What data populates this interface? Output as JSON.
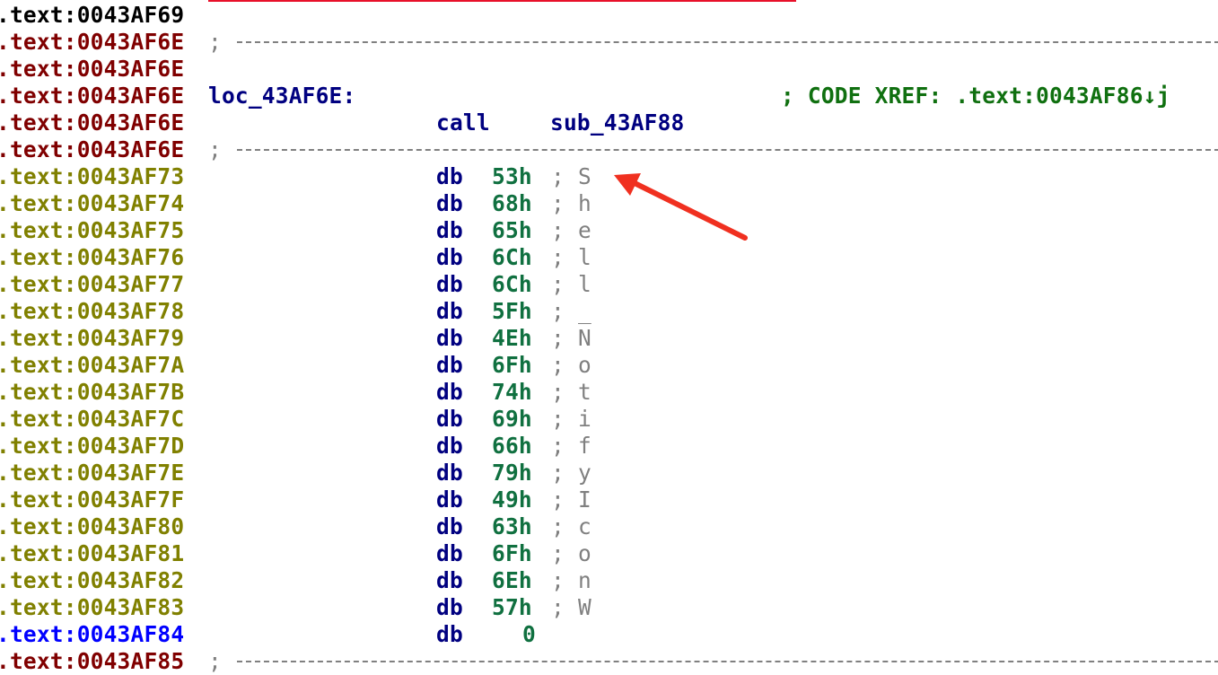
{
  "window": {
    "app": "IDA disassembly listing"
  },
  "listing": {
    "rows": [
      {
        "addr": ".text:0043AF69",
        "addr_color": "black",
        "kind": "blank"
      },
      {
        "addr": ".text:0043AF6E",
        "addr_color": "dred",
        "kind": "separator",
        "text": ";"
      },
      {
        "addr": ".text:0043AF6E",
        "addr_color": "dred",
        "kind": "blank"
      },
      {
        "addr": ".text:0043AF6E",
        "addr_color": "dred",
        "kind": "label",
        "label": "loc_43AF6E:",
        "xref": "; CODE XREF: .text:0043AF86↓j"
      },
      {
        "addr": ".text:0043AF6E",
        "addr_color": "dred",
        "kind": "instr",
        "mnemonic": "call",
        "operand": "sub_43AF88"
      },
      {
        "addr": ".text:0043AF6E",
        "addr_color": "dred",
        "kind": "separator",
        "text": ";"
      },
      {
        "addr": ".text:0043AF73",
        "addr_color": "olive",
        "kind": "db",
        "mnemonic": "db",
        "value": "53h",
        "comment": "S"
      },
      {
        "addr": ".text:0043AF74",
        "addr_color": "olive",
        "kind": "db",
        "mnemonic": "db",
        "value": "68h",
        "comment": "h"
      },
      {
        "addr": ".text:0043AF75",
        "addr_color": "olive",
        "kind": "db",
        "mnemonic": "db",
        "value": "65h",
        "comment": "e"
      },
      {
        "addr": ".text:0043AF76",
        "addr_color": "olive",
        "kind": "db",
        "mnemonic": "db",
        "value": "6Ch",
        "comment": "l"
      },
      {
        "addr": ".text:0043AF77",
        "addr_color": "olive",
        "kind": "db",
        "mnemonic": "db",
        "value": "6Ch",
        "comment": "l"
      },
      {
        "addr": ".text:0043AF78",
        "addr_color": "olive",
        "kind": "db",
        "mnemonic": "db",
        "value": "5Fh",
        "comment": "_"
      },
      {
        "addr": ".text:0043AF79",
        "addr_color": "olive",
        "kind": "db",
        "mnemonic": "db",
        "value": "4Eh",
        "comment": "N"
      },
      {
        "addr": ".text:0043AF7A",
        "addr_color": "olive",
        "kind": "db",
        "mnemonic": "db",
        "value": "6Fh",
        "comment": "o"
      },
      {
        "addr": ".text:0043AF7B",
        "addr_color": "olive",
        "kind": "db",
        "mnemonic": "db",
        "value": "74h",
        "comment": "t"
      },
      {
        "addr": ".text:0043AF7C",
        "addr_color": "olive",
        "kind": "db",
        "mnemonic": "db",
        "value": "69h",
        "comment": "i"
      },
      {
        "addr": ".text:0043AF7D",
        "addr_color": "olive",
        "kind": "db",
        "mnemonic": "db",
        "value": "66h",
        "comment": "f"
      },
      {
        "addr": ".text:0043AF7E",
        "addr_color": "olive",
        "kind": "db",
        "mnemonic": "db",
        "value": "79h",
        "comment": "y"
      },
      {
        "addr": ".text:0043AF7F",
        "addr_color": "olive",
        "kind": "db",
        "mnemonic": "db",
        "value": "49h",
        "comment": "I"
      },
      {
        "addr": ".text:0043AF80",
        "addr_color": "olive",
        "kind": "db",
        "mnemonic": "db",
        "value": "63h",
        "comment": "c"
      },
      {
        "addr": ".text:0043AF81",
        "addr_color": "olive",
        "kind": "db",
        "mnemonic": "db",
        "value": "6Fh",
        "comment": "o"
      },
      {
        "addr": ".text:0043AF82",
        "addr_color": "olive",
        "kind": "db",
        "mnemonic": "db",
        "value": "6Eh",
        "comment": "n"
      },
      {
        "addr": ".text:0043AF83",
        "addr_color": "olive",
        "kind": "db",
        "mnemonic": "db",
        "value": "57h",
        "comment": "W"
      },
      {
        "addr": ".text:0043AF84",
        "addr_color": "blue",
        "kind": "db0",
        "mnemonic": "db",
        "value": "0"
      },
      {
        "addr": ".text:0043AF85",
        "addr_color": "dred",
        "kind": "separator",
        "text": ";"
      }
    ]
  },
  "annotation": {
    "type": "red-arrow",
    "points_to": "S",
    "color": "#f03020"
  },
  "colors": {
    "black": "#000000",
    "dred": "#800000",
    "olive": "#808000",
    "blue": "#0000ff",
    "mnemonic": "#000080",
    "value": "#107040",
    "comment": "#808080",
    "xref": "#107010",
    "highlight_line": "#e8102a"
  }
}
